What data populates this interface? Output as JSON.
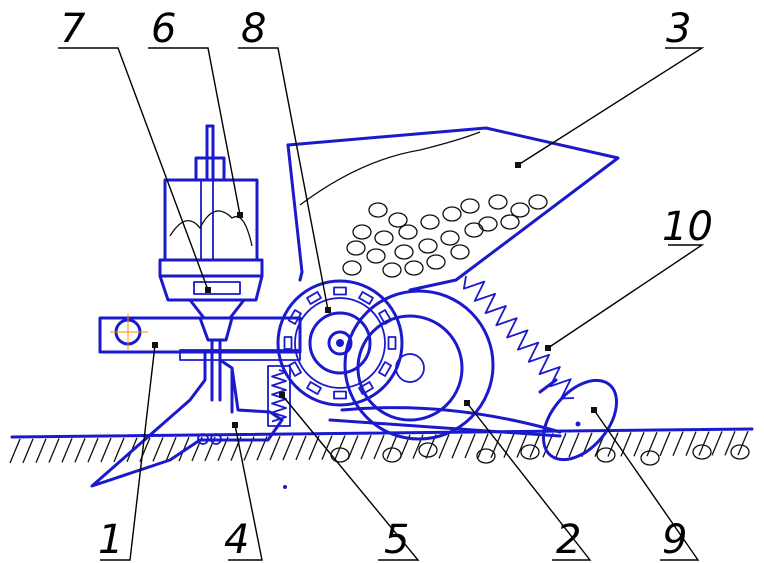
{
  "labels": {
    "l1": "1",
    "l2": "2",
    "l3": "3",
    "l4": "4",
    "l5": "5",
    "l6": "6",
    "l7": "7",
    "l8": "8",
    "l9": "9",
    "l10": "10"
  },
  "colors": {
    "machine_outline": "#1a1acc",
    "leader_lines": "#000000",
    "soil_hatch": "#000000",
    "axis_accent": "#ff8c00"
  }
}
